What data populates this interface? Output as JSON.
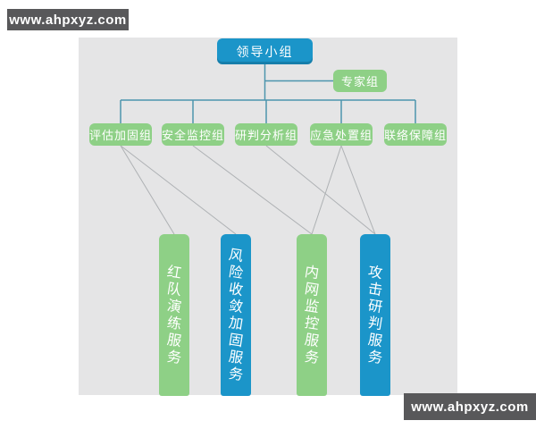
{
  "watermark_top": "www.ahpxyz.com",
  "watermark_bottom": "www.ahpxyz.com",
  "colors": {
    "blue": "#1b95c9",
    "green": "#8ed086",
    "diagram_background": "#e5e5e6",
    "tree_line": "#4d95ad",
    "link_line": "#aeb1b4",
    "watermark_background": "#58585a",
    "text": "#ffffff"
  },
  "org": {
    "root": {
      "id": "lingdao",
      "label": "领导小组",
      "color": "blue"
    },
    "expert": {
      "id": "zhuanjia",
      "label": "专家组",
      "color": "green"
    },
    "groups": [
      {
        "id": "pinggu",
        "label": "评估加固组",
        "color": "green"
      },
      {
        "id": "anquan",
        "label": "安全监控组",
        "color": "green"
      },
      {
        "id": "yanpan",
        "label": "研判分析组",
        "color": "green"
      },
      {
        "id": "yingji",
        "label": "应急处置组",
        "color": "green"
      },
      {
        "id": "lianluo",
        "label": "联络保障组",
        "color": "green"
      }
    ],
    "services": [
      {
        "id": "hongdui",
        "label": "红队演练服务",
        "color": "green"
      },
      {
        "id": "fengxian",
        "label": "风险收敛加固服务",
        "color": "blue"
      },
      {
        "id": "neiwang",
        "label": "内网监控服务",
        "color": "green"
      },
      {
        "id": "gongji",
        "label": "攻击研判服务",
        "color": "blue"
      }
    ],
    "links": [
      {
        "from": "pinggu",
        "to": "hongdui"
      },
      {
        "from": "pinggu",
        "to": "fengxian"
      },
      {
        "from": "anquan",
        "to": "neiwang"
      },
      {
        "from": "yanpan",
        "to": "gongji"
      },
      {
        "from": "yingji",
        "to": "neiwang"
      },
      {
        "from": "yingji",
        "to": "gongji"
      }
    ]
  }
}
